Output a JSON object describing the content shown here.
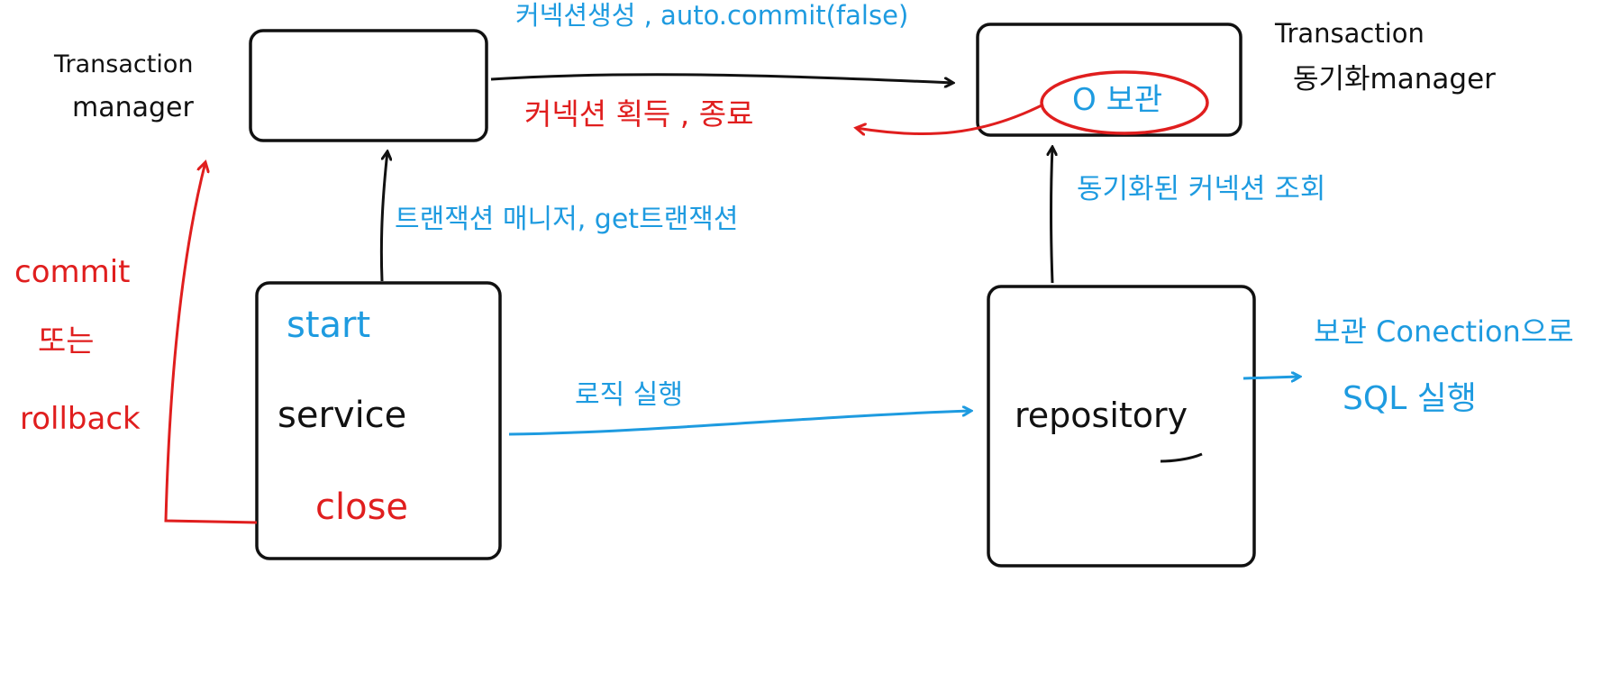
{
  "colors": {
    "ink": "#111111",
    "blue": "#1e9be0",
    "red": "#e01e1e",
    "background": "#ffffff"
  },
  "labels": {
    "tm_left": [
      "Transaction",
      "manager"
    ],
    "tm_right": [
      "Transaction",
      "동기화manager"
    ],
    "connection_create": "커넥션생성 , auto.commit(false)",
    "connection_store": "O 보관",
    "connection_return": "커넥션 획득 , 종료",
    "get_transaction": "트랜잭션 매니저, get트랜잭션",
    "sync_lookup": "동기화된 커넥션 조회",
    "commit_or_rollback": [
      "commit",
      "또는",
      "rollback"
    ],
    "service_start": "start",
    "service_name": "service",
    "service_close": "close",
    "logic_run": "로직 실행",
    "repository_name": "repository",
    "sql_exec": [
      "보관 Conection으로",
      "SQL 실행"
    ]
  }
}
